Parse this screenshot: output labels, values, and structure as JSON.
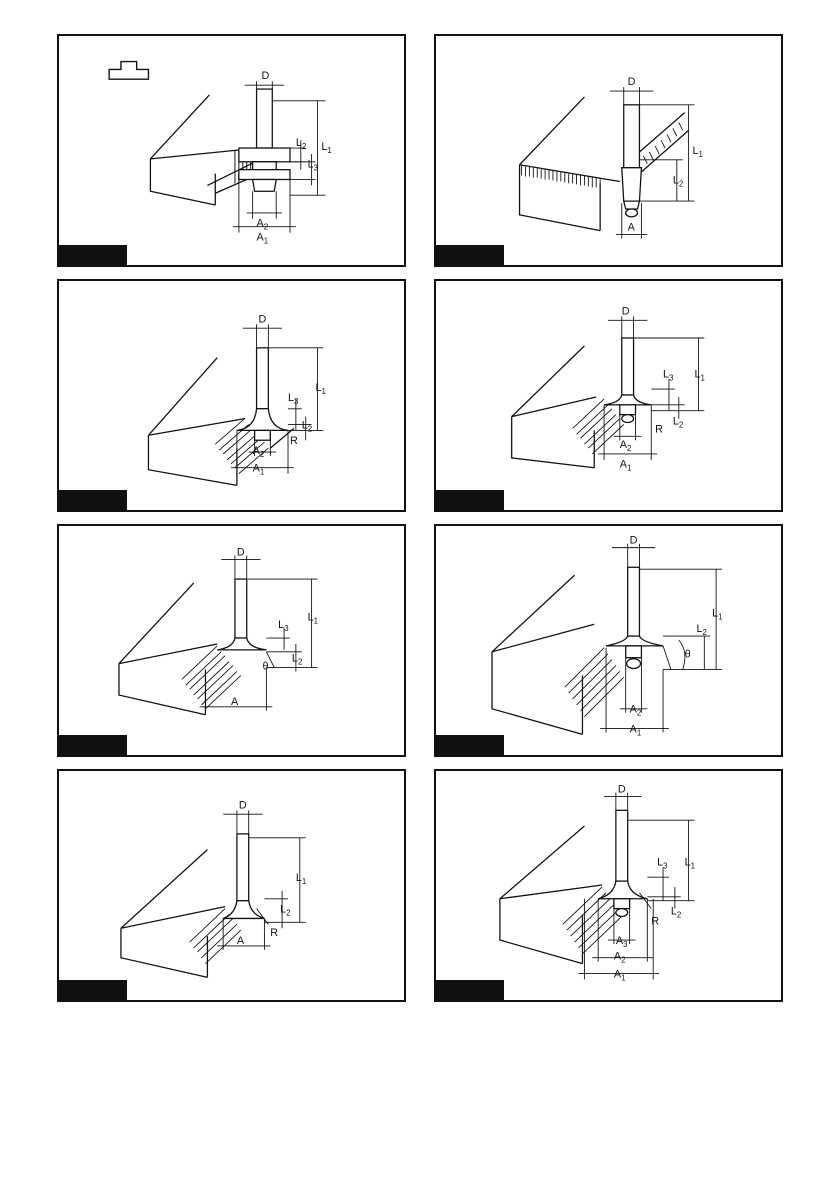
{
  "panels": [
    {
      "id": "p1",
      "labels": {
        "D": "D",
        "L1": "L1",
        "L2": "L2",
        "L3": "L3",
        "A1": "A1",
        "A2": "A2"
      }
    },
    {
      "id": "p2",
      "labels": {
        "D": "D",
        "L1": "L1",
        "L2": "L2",
        "A": "A"
      }
    },
    {
      "id": "p3",
      "labels": {
        "D": "D",
        "L1": "L1",
        "L2": "L2",
        "L3": "L3",
        "A1": "A1",
        "A2": "A2",
        "R": "R"
      }
    },
    {
      "id": "p4",
      "labels": {
        "D": "D",
        "L1": "L1",
        "L2": "L2",
        "L3": "L3",
        "A1": "A1",
        "A2": "A2",
        "R": "R"
      }
    },
    {
      "id": "p5",
      "labels": {
        "D": "D",
        "L1": "L1",
        "L2": "L2",
        "L3": "L3",
        "A": "A",
        "theta": "θ"
      }
    },
    {
      "id": "p6",
      "labels": {
        "D": "D",
        "L1": "L1",
        "L2": "L2",
        "A1": "A1",
        "A2": "A2",
        "theta": "θ"
      }
    },
    {
      "id": "p7",
      "labels": {
        "D": "D",
        "L1": "L1",
        "L2": "L2",
        "A": "A",
        "R": "R"
      }
    },
    {
      "id": "p8",
      "labels": {
        "D": "D",
        "L1": "L1",
        "L2": "L2",
        "L3": "L3",
        "A1": "A1",
        "A2": "A2",
        "A3": "A3",
        "R": "R"
      }
    }
  ]
}
